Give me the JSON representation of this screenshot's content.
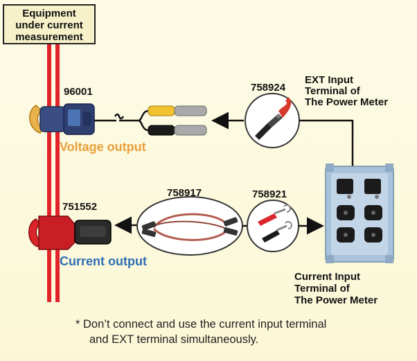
{
  "equipment_box": {
    "line1": "Equipment",
    "line2": "under current",
    "line3": "measurement"
  },
  "voltage_probe": {
    "model": "96001",
    "output_label": "Voltage output",
    "output_color": "#e9a03b"
  },
  "current_probe": {
    "model": "751552",
    "output_label": "Current output",
    "output_color": "#2f6db5"
  },
  "cable_758917": {
    "model": "758917"
  },
  "adapter_758921": {
    "model": "758921"
  },
  "adapter_758924": {
    "model": "758924"
  },
  "ext_terminal": {
    "line1": "EXT Input",
    "line2": "Terminal of",
    "line3": "The Power Meter"
  },
  "current_terminal": {
    "line1": "Current Input",
    "line2": "Terminal of",
    "line3": "The Power Meter"
  },
  "note": {
    "line1": "* Don’t connect and use the current input terminal",
    "line2": "and EXT terminal simultaneously."
  },
  "colors": {
    "rail": "#e2232a",
    "voltage_text": "#e9a03b",
    "current_text": "#2f6db5",
    "background": "#fbf7d6"
  }
}
